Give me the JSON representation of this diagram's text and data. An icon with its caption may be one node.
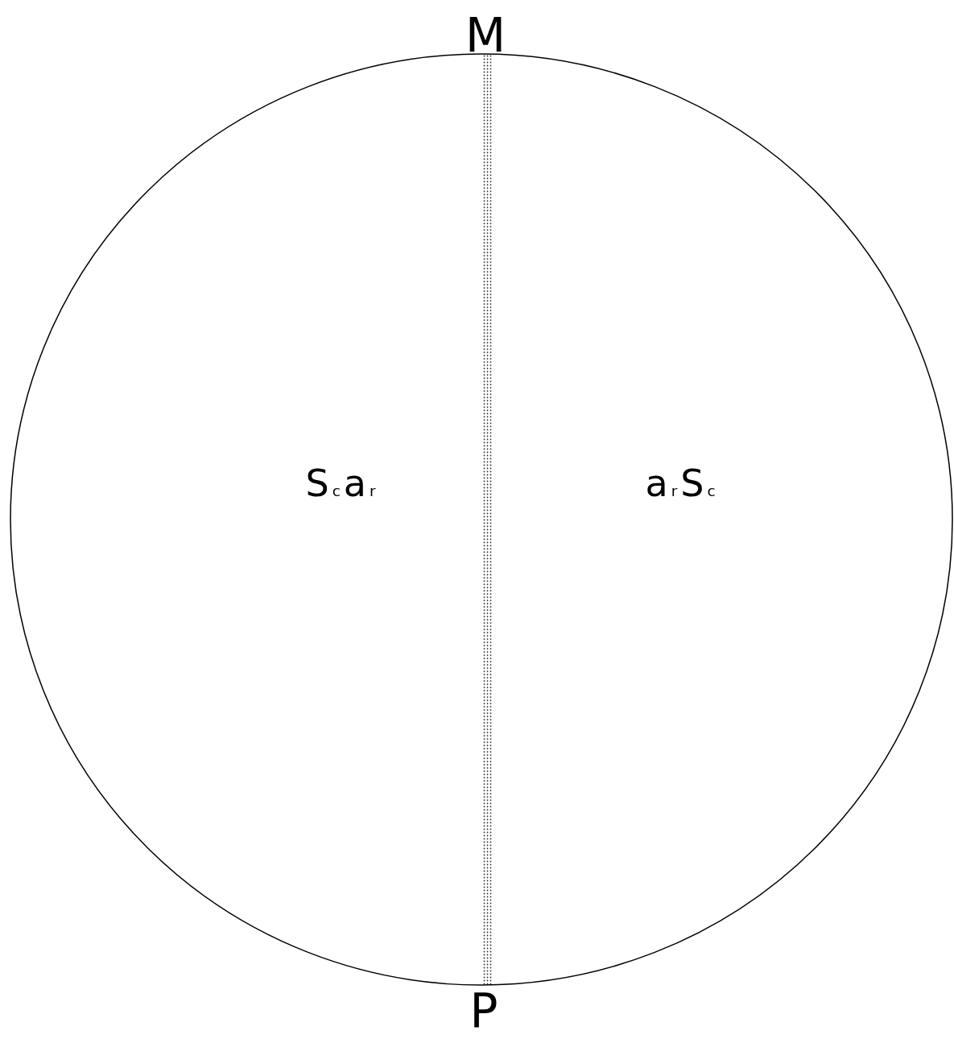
{
  "diagram": {
    "labels": [
      "M",
      "S$_{c}$a$_{r}$",
      "a$_{r}$S$_{c}$",
      "P"
    ]
  }
}
